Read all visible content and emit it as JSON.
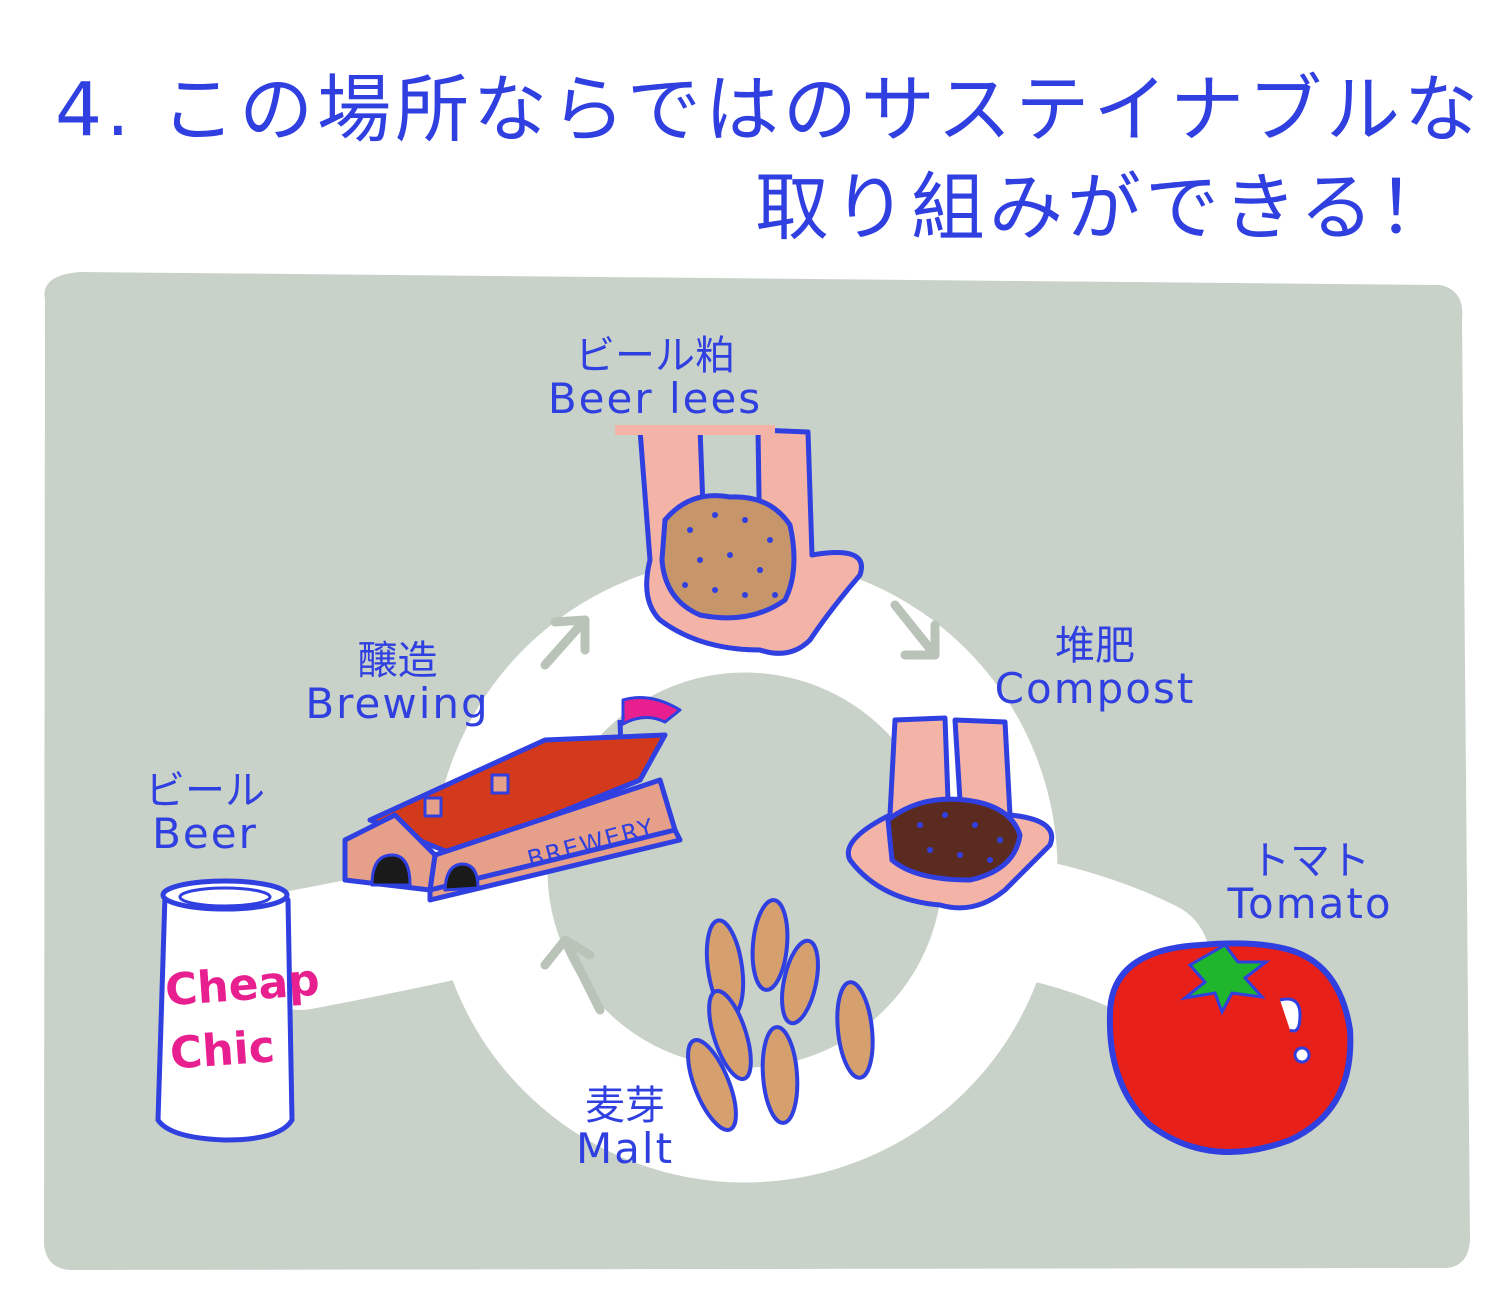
{
  "title": {
    "line1": "4. この場所ならではのサステイナブルな",
    "line2": "取り組みができる！"
  },
  "cycle": {
    "beer_lees": {
      "ja": "ビール粕",
      "en": "Beer lees"
    },
    "compost": {
      "ja": "堆肥",
      "en": "Compost"
    },
    "tomato": {
      "ja": "トマト",
      "en": "Tomato"
    },
    "malt": {
      "ja": "麦芽",
      "en": "Malt"
    },
    "brewing": {
      "ja": "醸造",
      "en": "Brewing"
    },
    "beer": {
      "ja": "ビール",
      "en": "Beer"
    }
  },
  "brewery_sign": "BREWERY",
  "can_brand": {
    "line1": "Cheap",
    "line2": "Chic"
  },
  "colors": {
    "ink": "#2f3fe0",
    "panel": "#c9d2c8",
    "ring": "#ffffff",
    "tomato": "#e8201a",
    "roof": "#d33a1c",
    "wall": "#e6a08a",
    "skin": "#f3b3a6",
    "lees": "#c6966a",
    "compost": "#5b2b1f",
    "malt": "#d6a06e",
    "brand_pink": "#e8208f"
  }
}
